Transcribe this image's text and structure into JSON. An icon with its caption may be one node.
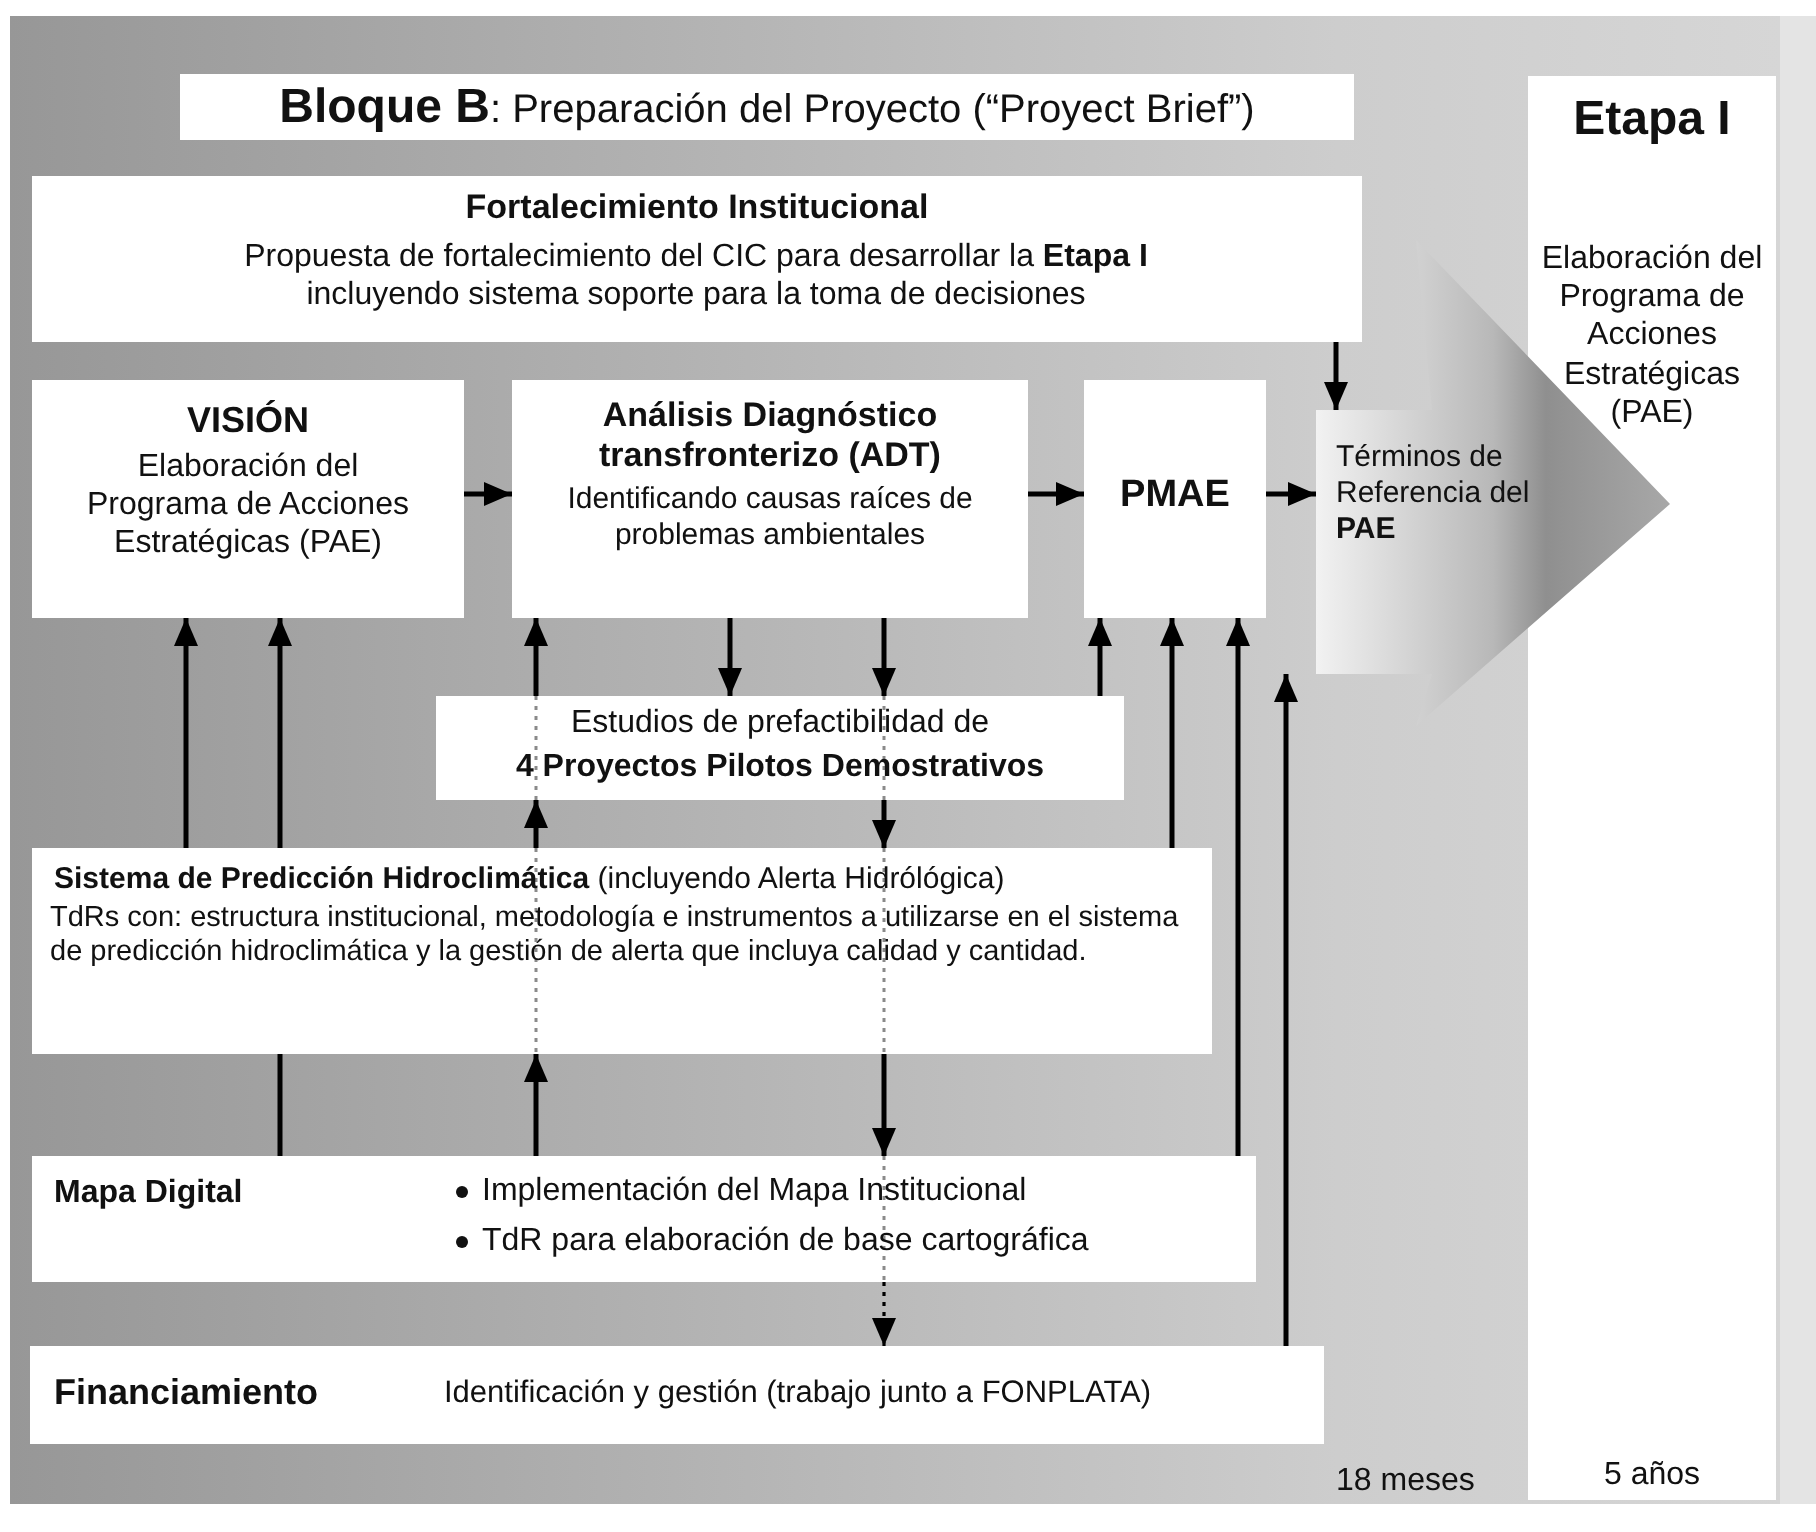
{
  "diagram": {
    "title": "**Bloque B**: Preparación del Proyecto (“Proyect Brief”)",
    "nodes": [
      {
        "text": [
          "Etapa I",
          "Elaboración del Programa de Acciones Estratégicas (PAE)",
          "5 años"
        ]
      },
      {
        "text": [
          "Fortalecimiento Institucional",
          "Propuesta de fortalecimiento del CIC para desarrollar la **Etapa I** incluyendo sistema soporte para la toma de decisiones"
        ]
      },
      {
        "text": [
          "VISIÓN",
          "Elaboración del Programa de Acciones Estratégicas (PAE)"
        ]
      },
      {
        "text": [
          "Análisis Diagnóstico transfronterizo (ADT)",
          "Identificando causas raíces de problemas ambientales"
        ]
      },
      {
        "text": [
          "PMAE"
        ]
      },
      {
        "text": [
          "Términos de Referencia del **PAE**"
        ]
      },
      {
        "text": [
          "Estudios de prefactibilidad de",
          "4 Proyectos Pilotos Demostrativos"
        ]
      },
      {
        "text": [
          "**Sistema de Predicción Hidroclimática** (incluyendo Alerta Hidrólógica)",
          "TdRs con: estructura institucional, metodología e instrumentos a utilizarse en el sistema de predicción hidroclimática y la gestión de alerta que incluya calidad y cantidad."
        ]
      },
      {
        "text": [
          "Mapa Digital",
          "Implementación del Mapa Institucional",
          "TdR para elaboración de base cartográfica"
        ]
      },
      {
        "text": [
          "Financiamiento",
          "Identificación y gestión (trabajo junto a FONPLATA)"
        ]
      }
    ],
    "edges": [
      {
        "from": 2,
        "to": 3,
        "arrow": "to"
      },
      {
        "from": 3,
        "to": 4,
        "arrow": "to"
      },
      {
        "from": 4,
        "to": 5,
        "arrow": "to"
      },
      {
        "from": 1,
        "to": 5,
        "arrow": "to"
      },
      {
        "from": 3,
        "to": 6,
        "arrow": "to"
      },
      {
        "from": 3,
        "to": 6,
        "arrow": "to"
      },
      {
        "from": 6,
        "to": 7,
        "arrow": "to"
      },
      {
        "from": 7,
        "to": 8,
        "arrow": "to"
      },
      {
        "from": 8,
        "to": 9,
        "arrow": "to",
        "style": "dashed"
      },
      {
        "from": 7,
        "to": 2,
        "arrow": "to"
      },
      {
        "from": 8,
        "to": 7,
        "arrow": "none"
      },
      {
        "from": 7,
        "to": 2,
        "arrow": "to"
      },
      {
        "from": 8,
        "to": 7,
        "arrow": "to"
      },
      {
        "from": 7,
        "to": 6,
        "arrow": "to"
      },
      {
        "from": 6,
        "to": 3,
        "arrow": "to"
      },
      {
        "from": 6,
        "to": 4,
        "arrow": "to"
      },
      {
        "from": 7,
        "to": 4,
        "arrow": "to"
      },
      {
        "from": 8,
        "to": 4,
        "arrow": "to"
      },
      {
        "from": 9,
        "to": 5,
        "arrow": "to"
      }
    ],
    "labels": [
      "18 meses"
    ]
  }
}
